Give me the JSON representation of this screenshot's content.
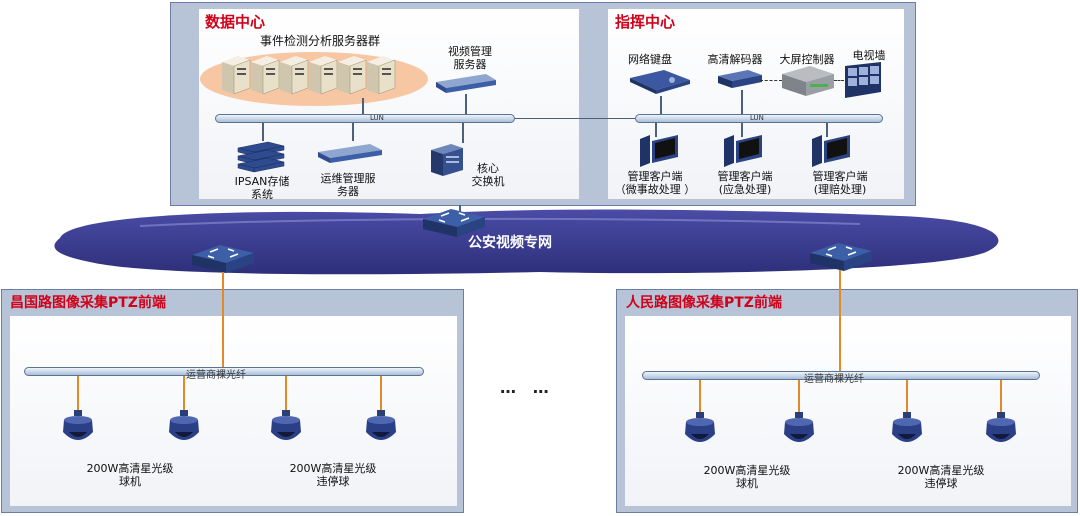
{
  "data_center": {
    "title": "数据中心",
    "event_cluster_label": "事件检测分析服务器群",
    "video_mgmt_label": "视频管理\n服务器",
    "bus_label": "LUN",
    "ipsan_label": "IPSAN存储\n系统",
    "ops_label": "运维管理服\n务器",
    "core_label": "核心\n交换机"
  },
  "command_center": {
    "title": "指挥中心",
    "keyboard_label": "网络键盘",
    "decoder_label": "高清解码器",
    "controller_label": "大屏控制器",
    "tvwall_label": "电视墙",
    "bus_label": "LUN",
    "client1_label": "管理客户端\n（微事故处理 ）",
    "client2_label": "管理客户端\n(应急处理)",
    "client3_label": "管理客户端\n(理赔处理)"
  },
  "network": {
    "label": "公安视频专网"
  },
  "site_left": {
    "title": "昌国路图像采集PTZ前端",
    "bus_label": "运营商裸光纤",
    "cam_group1_label": "200W高清星光级\n球机",
    "cam_group2_label": "200W高清星光级\n违停球"
  },
  "site_right": {
    "title": "人民路图像采集PTZ前端",
    "bus_label": "运营商裸光纤",
    "cam_group1_label": "200W高清星光级\n球机",
    "cam_group2_label": "200W高清星光级\n违停球"
  },
  "ellipsis": "…   …",
  "colors": {
    "title_red": "#d0021b",
    "panel_bg": "#b7c3d6",
    "cloud": "#3e3f95",
    "fiber": "#e08a2a"
  }
}
